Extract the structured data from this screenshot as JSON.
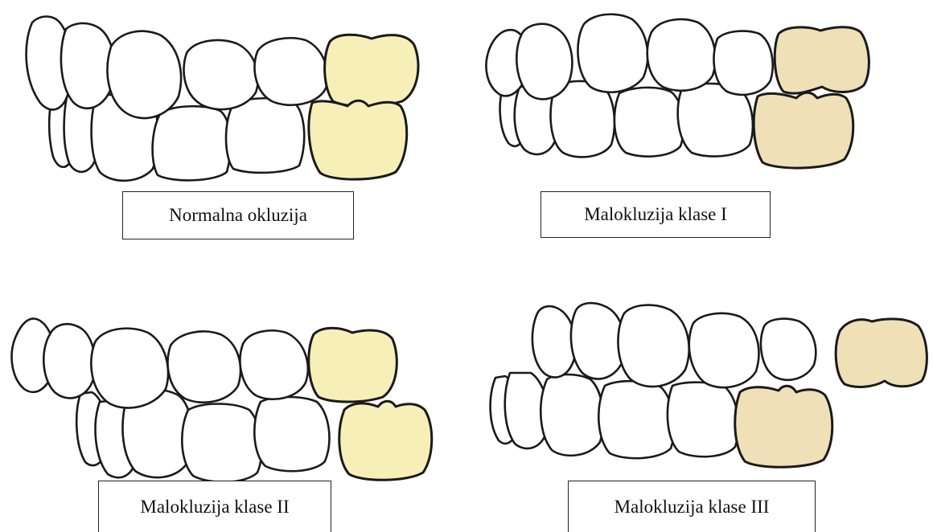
{
  "colors": {
    "molar_fill_normal": "#f7efb8",
    "molar_fill_class1": "#efe0b8",
    "molar_fill_class2": "#f7efb8",
    "molar_fill_class3": "#efe0b8",
    "outline": "#1a1a1a"
  },
  "panels": [
    {
      "label": "Normalna okluzija"
    },
    {
      "label": "Malokluzija klase I"
    },
    {
      "label": "Malokluzija klase II"
    },
    {
      "label": "Malokluzija klase III"
    }
  ]
}
